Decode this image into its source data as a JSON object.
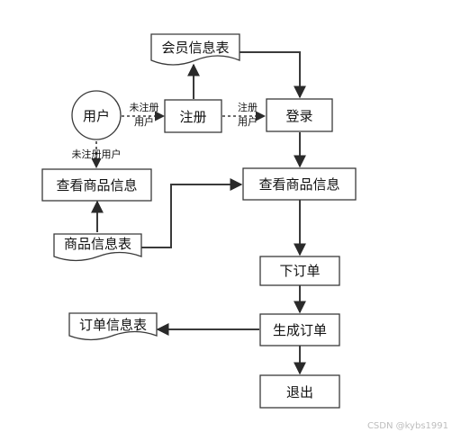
{
  "diagram": {
    "nodes": {
      "member_table": "会员信息表",
      "user": "用户",
      "register": "注册",
      "login": "登录",
      "view_goods_left": "查看商品信息",
      "view_goods_right": "查看商品信息",
      "goods_table": "商品信息表",
      "place_order": "下订单",
      "generate_order": "生成订单",
      "order_table": "订单信息表",
      "exit": "退出"
    },
    "edge_labels": {
      "unregistered_line1": "未注册",
      "unregistered_line2": "用户",
      "registered_line1": "注册",
      "registered_line2": "用户",
      "unregistered_user": "未注册用户"
    }
  },
  "watermark": "CSDN @kybs1991"
}
